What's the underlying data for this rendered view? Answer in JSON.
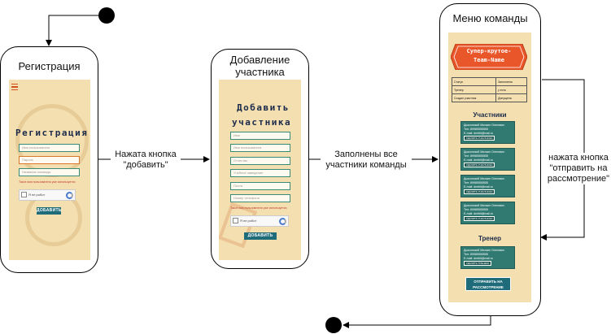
{
  "diagram": {
    "states": {
      "registration": {
        "title": "Регистрация",
        "screen": {
          "heading": "Регистрация",
          "fields": [
            "Имя пользователя",
            "Пароль",
            "Название команды"
          ],
          "error": "Такое имя пользователя уже используется",
          "captcha": "Я не робот",
          "button": "ДОБАВИТЬ"
        }
      },
      "add_member": {
        "title": "Добавление участника",
        "screen": {
          "heading_line1": "Добавить",
          "heading_line2": "участника",
          "fields": [
            "Имя",
            "Имя пользователя",
            "Отчество",
            "Учебное заведение",
            "Почта",
            "Номер телефона"
          ],
          "error": "Такое имя пользователя уже используется",
          "captcha": "Я не робот",
          "button": "ДОБАВИТЬ"
        }
      },
      "team_menu": {
        "title": "Меню команды",
        "screen": {
          "team_name_line1": "Супер-крутое-",
          "team_name_line2": "Team-Name",
          "info_table": [
            [
              "Статус",
              "Заполнена"
            ],
            [
              "Тренер",
              "у есть"
            ],
            [
              "Создал участник",
              "Допущена"
            ]
          ],
          "members_title": "Участники",
          "members": [
            {
              "name": "Дьяконский Михаил Олегович",
              "phone": "Тел: 89985555555",
              "email": "E-mail: dmitrii@mail.ru",
              "tag": "УДАЛИТЬ УЧАСТНИКА"
            },
            {
              "name": "Дьяконский Михаил Олегович",
              "phone": "Тел: 89985555555",
              "email": "E-mail: dmitrii@mail.ru",
              "tag": "УДАЛИТЬ УЧАСТНИКА"
            },
            {
              "name": "Дьяконский Михаил Олегович",
              "phone": "Тел: 89985555555",
              "email": "E-mail: dmitrii@mail.ru",
              "tag": "УДАЛИТЬ УЧАСТНИКА"
            },
            {
              "name": "Дьяконский Михаил Олегович",
              "phone": "Тел: 89985555555",
              "email": "E-mail: dmitrii@mail.ru",
              "tag": "УДАЛИТЬ УЧАСТНИКА"
            }
          ],
          "coach_title": "Тренер",
          "coach": {
            "name": "Дьяконский Михаил Олегович",
            "phone": "Тел: 89985555555",
            "email": "E-mail: dmitrii@mail.ru",
            "tag": "УДАЛИТЬ ТРЕНЕРА"
          },
          "submit_line1": "ОТПРАВИТЬ НА",
          "submit_line2": "РАССМОТРЕНИЕ"
        }
      }
    },
    "transitions": {
      "t1": {
        "line1": "Нажата кнопка",
        "line2": "\"добавить\""
      },
      "t2": {
        "line1": "Заполнены все",
        "line2": "участники команды"
      },
      "t3": {
        "line1": "нажата кнопка",
        "line2": "\"отправить на",
        "line3": "рассмотрение\""
      }
    },
    "colors": {
      "screen_bg": "#f3dfb0",
      "accent": "#1e6b7a",
      "card": "#317a72",
      "banner": "#e8562a"
    }
  }
}
